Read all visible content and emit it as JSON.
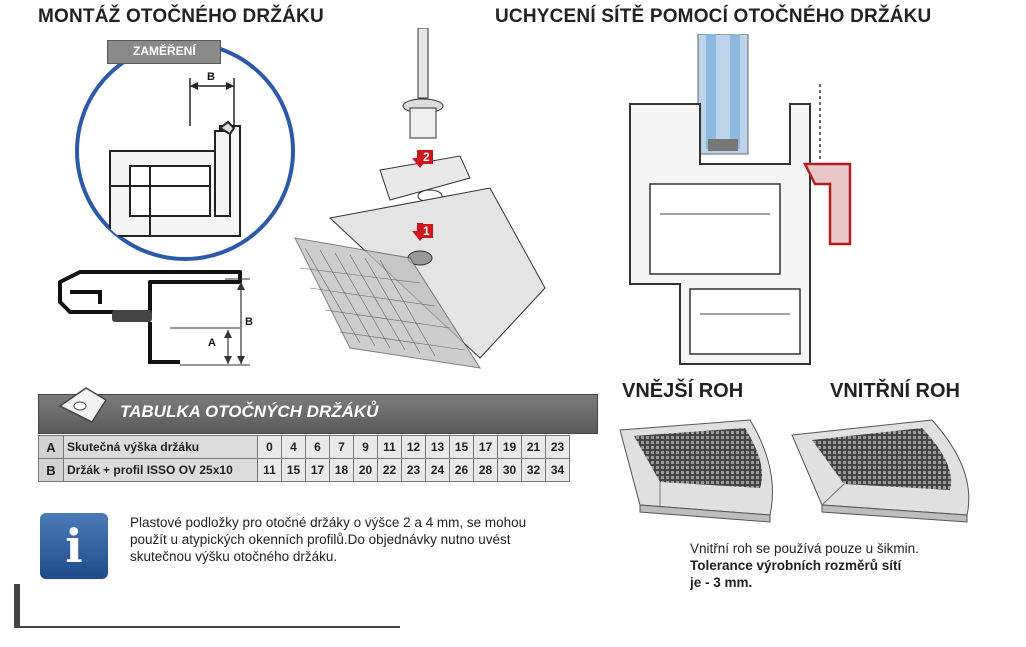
{
  "headings": {
    "left": "MONTÁŽ OTOČNÉHO DRŽÁKU",
    "right": "UCHYCENÍ SÍTĚ POMOCÍ OTOČNÉHO DRŽÁKU"
  },
  "detail_label": "ZAMĚŘENÍ",
  "dimension_labels": {
    "b_top": "B",
    "a": "A",
    "b_side": "B"
  },
  "step_labels": [
    "2",
    "1"
  ],
  "table": {
    "title": "TABULKA OTOČNÝCH DRŽÁKŮ",
    "rows": [
      {
        "key": "A",
        "label": "Skutečná výška držáku",
        "values": [
          "0",
          "4",
          "6",
          "7",
          "9",
          "11",
          "12",
          "13",
          "15",
          "17",
          "19",
          "21",
          "23"
        ]
      },
      {
        "key": "B",
        "label": "Držák + profil ISSO OV 25x10",
        "values": [
          "11",
          "15",
          "17",
          "18",
          "20",
          "22",
          "23",
          "24",
          "26",
          "28",
          "30",
          "32",
          "34"
        ]
      }
    ]
  },
  "info": {
    "icon_letter": "i",
    "text": "Plastové podložky pro otočné držáky o výšce 2 a 4 mm, se mohou použít u atypických okenních profilů.Do objednávky nutno uvést skutečnou výšku otočného držáku."
  },
  "corners": {
    "outer": "VNĚJŠÍ ROH",
    "inner": "VNITŘNÍ ROH"
  },
  "note": {
    "line1": "Vnitřní roh se používá pouze u šikmin.",
    "line2": "Tolerance výrobních rozměrů sítí",
    "line3": "je - 3 mm."
  },
  "colors": {
    "accent_red": "#d0161b",
    "info_blue": "#2a5597",
    "table_gray": "#666666"
  }
}
